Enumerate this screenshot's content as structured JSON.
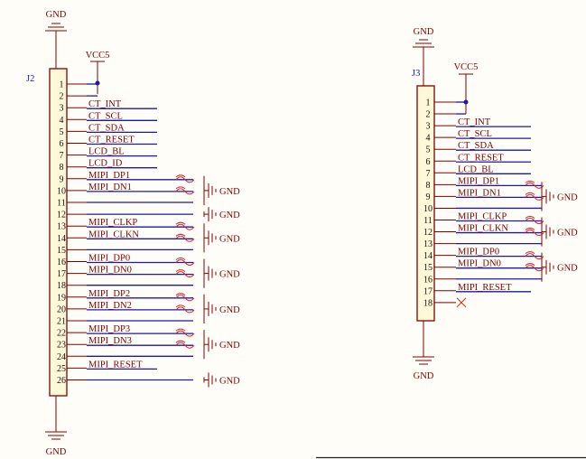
{
  "connectors": [
    {
      "ref": "J2",
      "top_power": "GND",
      "bottom_power": "GND",
      "supply": "VCC5",
      "pins": [
        {
          "num": "1",
          "net": "",
          "kind": "vcc"
        },
        {
          "num": "2",
          "net": "",
          "kind": "vcc"
        },
        {
          "num": "3",
          "net": "CT_INT",
          "kind": "sig"
        },
        {
          "num": "4",
          "net": "CT_SCL",
          "kind": "sig"
        },
        {
          "num": "5",
          "net": "CT_SDA",
          "kind": "sig"
        },
        {
          "num": "6",
          "net": "CT_RESET",
          "kind": "sig"
        },
        {
          "num": "7",
          "net": "LCD_BL",
          "kind": "sig"
        },
        {
          "num": "8",
          "net": "LCD_ID",
          "kind": "sig"
        },
        {
          "num": "9",
          "net": "MIPI_DP1",
          "kind": "diff"
        },
        {
          "num": "10",
          "net": "MIPI_DN1",
          "kind": "diff"
        },
        {
          "num": "11",
          "net": "",
          "kind": "gnd"
        },
        {
          "num": "12",
          "net": "",
          "kind": "gnd"
        },
        {
          "num": "13",
          "net": "MIPI_CLKP",
          "kind": "diff"
        },
        {
          "num": "14",
          "net": "MIPI_CLKN",
          "kind": "diff"
        },
        {
          "num": "15",
          "net": "",
          "kind": "gnd"
        },
        {
          "num": "16",
          "net": "MIPI_DP0",
          "kind": "diff"
        },
        {
          "num": "17",
          "net": "MIPI_DN0",
          "kind": "diff"
        },
        {
          "num": "18",
          "net": "",
          "kind": "gnd"
        },
        {
          "num": "19",
          "net": "MIPI_DP2",
          "kind": "diff"
        },
        {
          "num": "20",
          "net": "MIPI_DN2",
          "kind": "diff"
        },
        {
          "num": "21",
          "net": "",
          "kind": "gnd"
        },
        {
          "num": "22",
          "net": "MIPI_DP3",
          "kind": "diff"
        },
        {
          "num": "23",
          "net": "MIPI_DN3",
          "kind": "diff"
        },
        {
          "num": "24",
          "net": "",
          "kind": "gnd"
        },
        {
          "num": "25",
          "net": "MIPI_RESET",
          "kind": "sig"
        },
        {
          "num": "26",
          "net": "",
          "kind": "gnd"
        }
      ],
      "gnd_symbols": [
        "GND",
        "GND",
        "GND",
        "GND",
        "GND",
        "GND",
        "GND"
      ]
    },
    {
      "ref": "J3",
      "top_power": "GND",
      "bottom_power": "GND",
      "supply": "VCC5",
      "pins": [
        {
          "num": "1",
          "net": "",
          "kind": "vcc"
        },
        {
          "num": "2",
          "net": "",
          "kind": "vcc"
        },
        {
          "num": "3",
          "net": "CT_INT",
          "kind": "sig"
        },
        {
          "num": "4",
          "net": "CT_SCL",
          "kind": "sig"
        },
        {
          "num": "5",
          "net": "CT_SDA",
          "kind": "sig"
        },
        {
          "num": "6",
          "net": "CT_RESET",
          "kind": "sig"
        },
        {
          "num": "7",
          "net": "LCD_BL",
          "kind": "sig"
        },
        {
          "num": "8",
          "net": "MIPI_DP1",
          "kind": "diff"
        },
        {
          "num": "9",
          "net": "MIPI_DN1",
          "kind": "diff"
        },
        {
          "num": "10",
          "net": "",
          "kind": "gnd"
        },
        {
          "num": "11",
          "net": "MIPI_CLKP",
          "kind": "diff"
        },
        {
          "num": "12",
          "net": "MIPI_CLKN",
          "kind": "diff"
        },
        {
          "num": "13",
          "net": "",
          "kind": "gnd"
        },
        {
          "num": "14",
          "net": "MIPI_DP0",
          "kind": "diff"
        },
        {
          "num": "15",
          "net": "MIPI_DN0",
          "kind": "diff"
        },
        {
          "num": "16",
          "net": "",
          "kind": "gnd"
        },
        {
          "num": "17",
          "net": "MIPI_RESET",
          "kind": "sig"
        },
        {
          "num": "18",
          "net": "",
          "kind": "nc"
        }
      ],
      "gnd_symbols": [
        "GND",
        "GND",
        "GND"
      ]
    }
  ]
}
